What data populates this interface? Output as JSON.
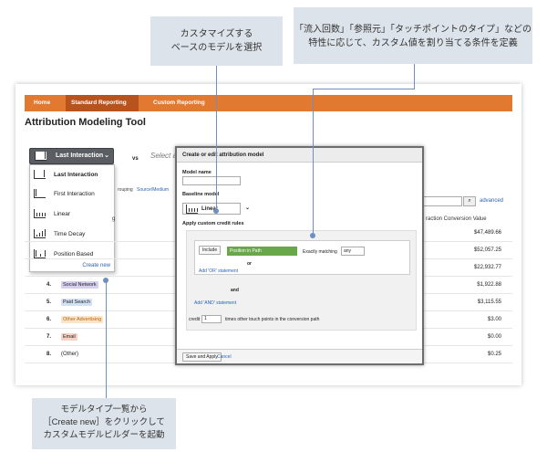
{
  "callouts": {
    "top_left": [
      "カスタマイズする",
      "ベースのモデルを選択"
    ],
    "top_right": [
      "「流入回数」「参照元」「タッチポイントのタイプ」などの",
      "特性に応じて、カスタム値を割り当てる条件を定義"
    ],
    "bottom": [
      "モデルタイプ一覧から",
      "［Create new］をクリックして",
      "カスタムモデルビルダーを起動"
    ]
  },
  "nav": {
    "tabs": [
      "Home",
      "Standard Reporting",
      "Custom Reporting"
    ]
  },
  "page": {
    "title": "Attribution Modeling Tool"
  },
  "model_selector": {
    "selected": "Last Interaction",
    "vs": "vs",
    "compare_placeholder": "Select a",
    "options": [
      "Last Interaction",
      "First Interaction",
      "Linear",
      "Time Decay",
      "Position Based"
    ],
    "create_new": "Create new"
  },
  "toolbar": {
    "grouping_partial": "rouping",
    "source_medium": "Source/Medium",
    "advanced": "advanced"
  },
  "table": {
    "left_col_partial": "g",
    "right_col": "raction Conversion Value",
    "rows": [
      {
        "num": "",
        "label": "",
        "value": "$47,489.66"
      },
      {
        "num": "",
        "label": "",
        "value": "$52,057.25"
      },
      {
        "num": "",
        "label": "",
        "value": "$22,932.77"
      },
      {
        "num": "4.",
        "label": "Social Network",
        "value": "$1,922.88",
        "chip": "#d7cff0"
      },
      {
        "num": "5.",
        "label": "Paid Search",
        "value": "$3,115.55",
        "chip": "#d3e1f4"
      },
      {
        "num": "6.",
        "label": "Other Advertising",
        "value": "$3.00",
        "chip": "#fbe5c8"
      },
      {
        "num": "7.",
        "label": "Email",
        "value": "$0.00",
        "chip": "#f7d2c5"
      },
      {
        "num": "8.",
        "label": "(Other)",
        "value": "$0.25",
        "chip": ""
      }
    ]
  },
  "modal": {
    "title": "Create or edit attribution model",
    "model_name_label": "Model name",
    "baseline_label": "Baseline model",
    "baseline_value": "Linear",
    "custom_credit_label": "Apply custom credit rules",
    "include": "Include",
    "position_in_path": "Position in Path",
    "exactly_matching": "Exactly matching",
    "any": "any",
    "or": "or",
    "add_or": "Add 'OR' statement",
    "and": "and",
    "add_and": "Add 'AND' statement",
    "credit_label": "credit",
    "credit_value": "1",
    "credit_suffix": "times other touch points in the conversion path",
    "save_apply": "Save and Apply",
    "cancel": "Cancel"
  }
}
